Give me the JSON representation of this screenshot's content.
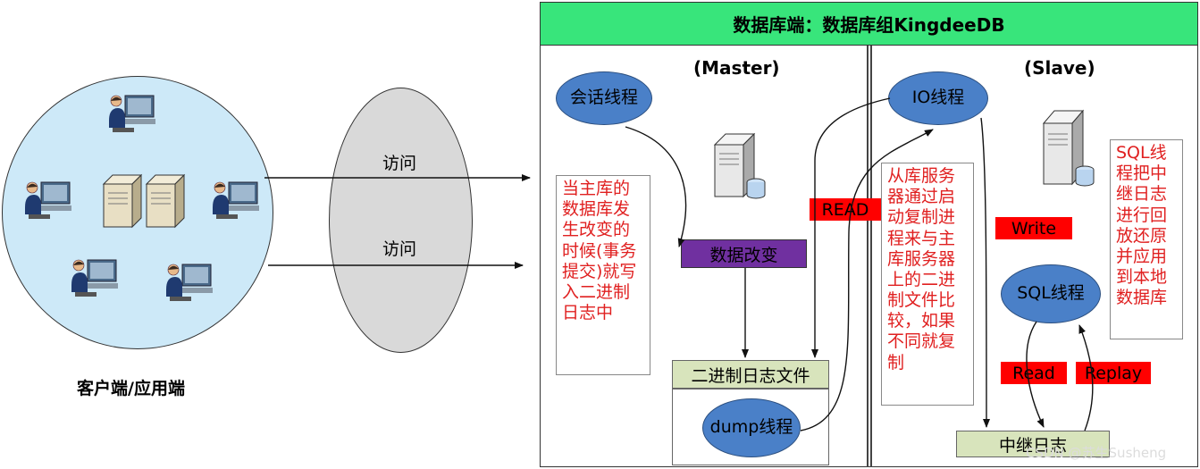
{
  "client": {
    "label": "客户端/应用端",
    "icons": [
      "user-computer-icon",
      "server-icon"
    ]
  },
  "access": {
    "label_top": "访问",
    "label_bottom": "访问"
  },
  "server": {
    "title": "数据库端：数据库组KingdeeDB",
    "master": {
      "title": "(Master)",
      "session_thread": "会话线程",
      "note": "当主库的数据库发生改变的时候(事务提交)就写入二进制日志中",
      "data_change": "数据改变",
      "binlog": "二进制日志文件",
      "dump_thread": "dump线程"
    },
    "slave": {
      "title": "(Slave)",
      "io_thread": "IO线程",
      "io_note": "从库服务器通过启动复制进程来与主库服务器上的二进制文件比较，如果不同就复制",
      "sql_note": "SQL线程把中继日志进行回放还原并应用到本地数据库",
      "sql_thread": "SQL线程",
      "relay_log": "中继日志"
    },
    "labels": {
      "read_upper": "READ",
      "write": "Write",
      "read": "Read",
      "replay": "Replay"
    }
  },
  "watermark": "CSDN @苏生Susheng",
  "colors": {
    "client_fill": "#cde9f8",
    "access_fill": "#d9d9d9",
    "title_bar": "#38e57b",
    "thread_fill": "#4a80c8",
    "note_text": "#e02020",
    "red_label": "#ff0000",
    "data_change": "#7030a0",
    "binlog_fill": "#d8e4bc"
  }
}
